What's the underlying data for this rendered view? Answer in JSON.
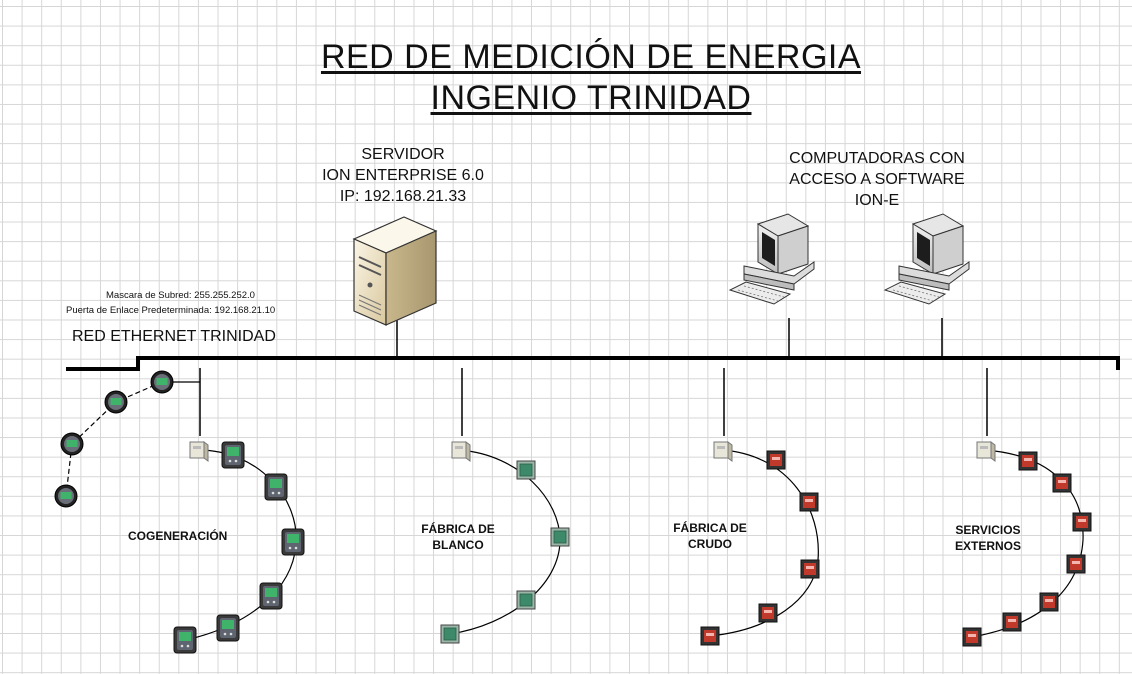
{
  "title": {
    "line1": "RED DE MEDICIÓN DE ENERGIA",
    "line2": "INGENIO TRINIDAD"
  },
  "server": {
    "line1": "SERVIDOR",
    "line2": "ION ENTERPRISE 6.0",
    "line3": "IP: 192.168.21.33"
  },
  "computers": {
    "line1": "COMPUTADORAS CON",
    "line2": "ACCESO A SOFTWARE",
    "line3": "ION-E"
  },
  "network": {
    "subnet_mask": "Mascara de Subred: 255.255.252.0",
    "gateway": "Puerta de Enlace Predeterminada: 192.168.21.10",
    "name": "RED ETHERNET TRINIDAD"
  },
  "areas": {
    "cogeneracion": "COGENERACIÓN",
    "blanco": [
      "FÁBRICA DE",
      "BLANCO"
    ],
    "crudo": [
      "FÁBRICA DE",
      "CRUDO"
    ],
    "servicios": [
      "SERVICIOS",
      "EXTERNOS"
    ]
  },
  "colors": {
    "screen_green": "#3fb36a",
    "meter_red": "#c0392b",
    "server_beige": "#f0e4c6",
    "pc_gray": "#d8d8d8"
  },
  "icons": [
    "server-icon",
    "computer-icon",
    "power-meter-icon",
    "gateway-icon"
  ]
}
